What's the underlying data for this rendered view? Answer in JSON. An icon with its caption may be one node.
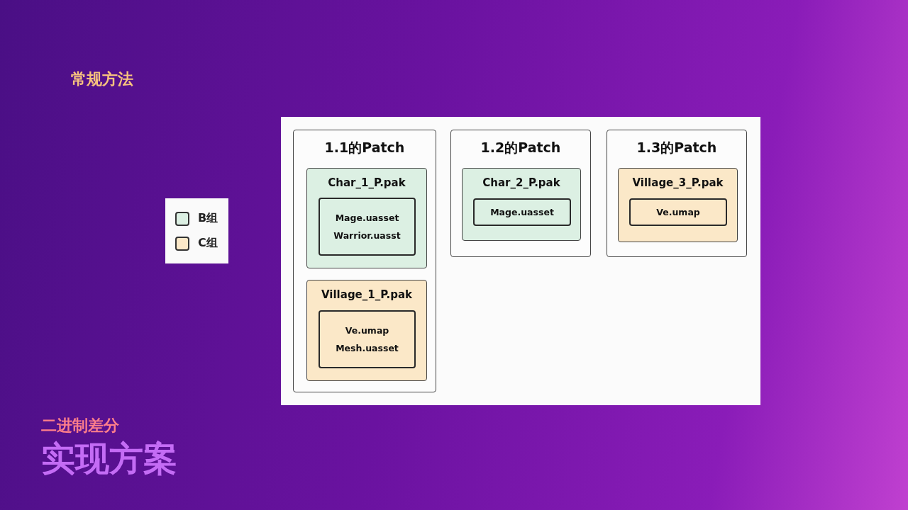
{
  "diagram": {
    "title": "实现方案",
    "nodes": [
      {
        "text": [],
        "shape": "box"
      },
      {
        "text": [
          "1.1的Patch"
        ],
        "in": 0
      },
      {
        "text": [
          "Char_1_P.pak"
        ],
        "in": 1
      },
      {
        "text": [
          "Mage.uasset",
          "Warrior.uasst"
        ],
        "in": 2
      },
      {
        "text": [
          "Village_1_P.pak"
        ],
        "in": 1
      },
      {
        "text": [
          "Ve.umap",
          "Mesh.uasset"
        ],
        "in": 4
      },
      {
        "text": [
          "1.2的Patch"
        ],
        "in": 0
      },
      {
        "text": [
          "Char_2_P.pak"
        ],
        "in": 6
      },
      {
        "text": [
          "Mage.uasset"
        ],
        "in": 7
      },
      {
        "text": [
          "1.3的Patch"
        ],
        "in": 0
      },
      {
        "text": [
          "Village_3_P.pak"
        ],
        "in": 9
      },
      {
        "text": [
          "Ve.umap"
        ],
        "in": 10
      }
    ],
    "labels": [
      "常规方法",
      "二进制差分"
    ],
    "legend": [
      {
        "text": "B组",
        "color": "#dcf0e3"
      },
      {
        "text": "C组",
        "color": "#fbe8c8"
      }
    ]
  }
}
